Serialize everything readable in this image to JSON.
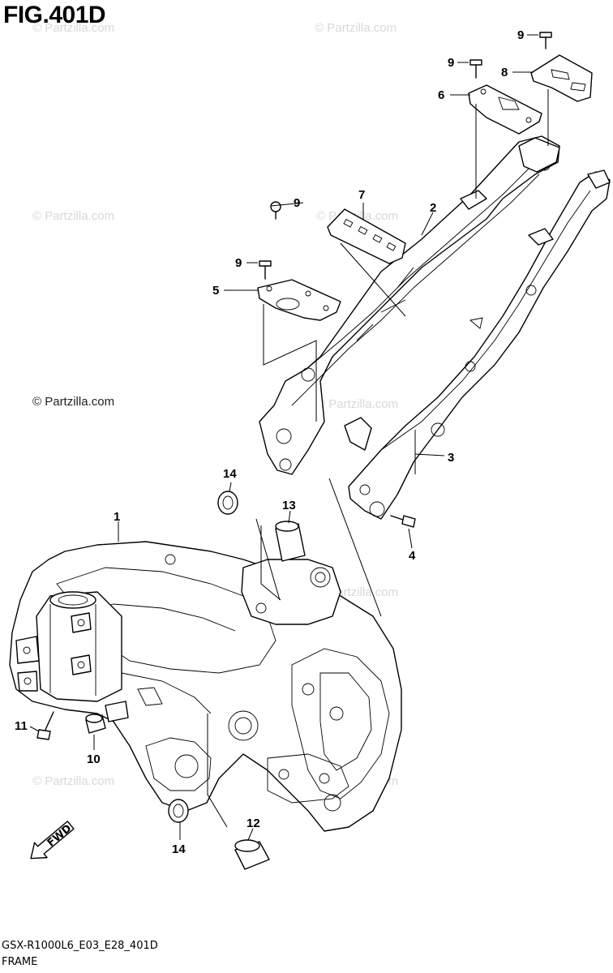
{
  "title": "FIG.401D",
  "watermark": "© Partzilla.com",
  "watermark_main": "© Partzilla.com",
  "footer": {
    "code": "GSX-R1000L6_E03_E28_401D",
    "name": "FRAME"
  },
  "fwd_label": "FWD",
  "callouts": {
    "c1": "1",
    "c2": "2",
    "c3": "3",
    "c4": "4",
    "c5": "5",
    "c6": "6",
    "c7": "7",
    "c8": "8",
    "c9a": "9",
    "c9b": "9",
    "c9c": "9",
    "c9d": "9",
    "c10": "10",
    "c11": "11",
    "c12": "12",
    "c13": "13",
    "c14a": "14",
    "c14b": "14"
  },
  "colors": {
    "line": "#000000",
    "watermark": "#d8d8d8",
    "background": "#ffffff"
  }
}
